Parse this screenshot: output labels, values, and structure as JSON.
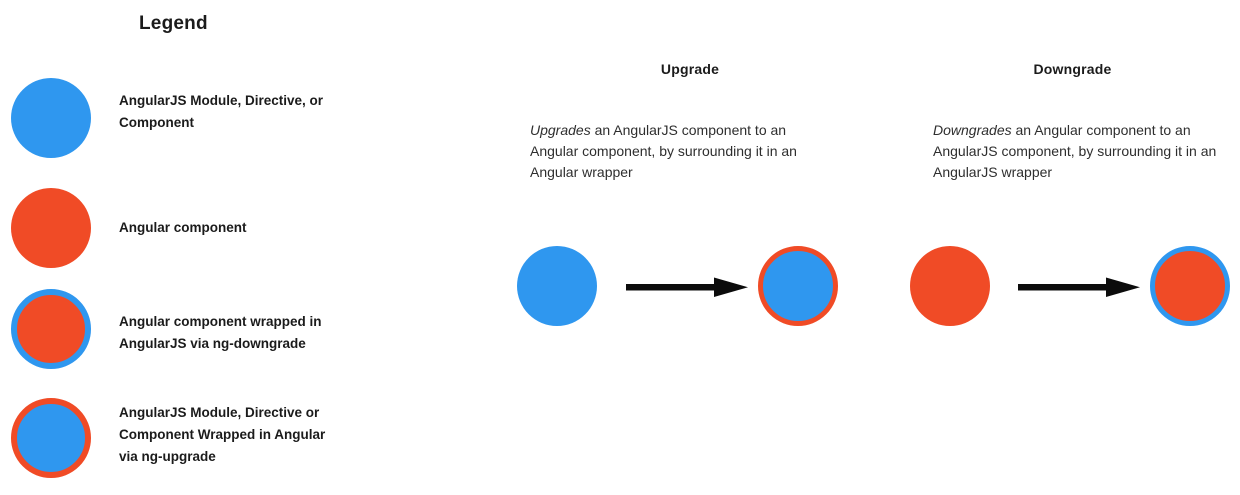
{
  "colors": {
    "angularjs_blue": "#2f97ef",
    "angular_red": "#f04b26",
    "arrow_black": "#0c0c0c",
    "text_dark": "#1b1b1b",
    "background": "#ffffff"
  },
  "legend": {
    "title": "Legend",
    "items": [
      {
        "label": "AngularJS Module, Directive, or\nComponent",
        "fill": "#2f97ef",
        "ring": "none",
        "swatch_name": "blue-circle"
      },
      {
        "label": "Angular component",
        "fill": "#f04b26",
        "ring": "none",
        "swatch_name": "red-circle"
      },
      {
        "label": "Angular component wrapped in\nAngularJS via ng-downgrade",
        "fill": "#f04b26",
        "ring": "#2f97ef",
        "swatch_name": "red-circle-blue-ring"
      },
      {
        "label": "AngularJS Module, Directive or\nComponent Wrapped in Angular\nvia ng-upgrade",
        "fill": "#2f97ef",
        "ring": "#f04b26",
        "swatch_name": "blue-circle-red-ring"
      }
    ]
  },
  "panels": [
    {
      "key": "upgrade",
      "heading": "Upgrade",
      "description_emphasis": "Upgrades",
      "description_rest": " an AngularJS component to an Angular component, by surrounding it in an Angular wrapper",
      "from_node": {
        "fill": "#2f97ef",
        "ring": "none",
        "name": "angularjs-component-circle"
      },
      "to_node": {
        "fill": "#2f97ef",
        "ring": "#f04b26",
        "name": "angularjs-component-in-angular-wrapper-circle"
      },
      "arrow_name": "upgrade-arrow"
    },
    {
      "key": "downgrade",
      "heading": "Downgrade",
      "description_emphasis": "Downgrades",
      "description_rest": " an Angular component to an AngularJS component, by surrounding it in an AngularJS wrapper",
      "from_node": {
        "fill": "#f04b26",
        "ring": "none",
        "name": "angular-component-circle"
      },
      "to_node": {
        "fill": "#f04b26",
        "ring": "#2f97ef",
        "name": "angular-component-in-angularjs-wrapper-circle"
      },
      "arrow_name": "downgrade-arrow"
    }
  ]
}
